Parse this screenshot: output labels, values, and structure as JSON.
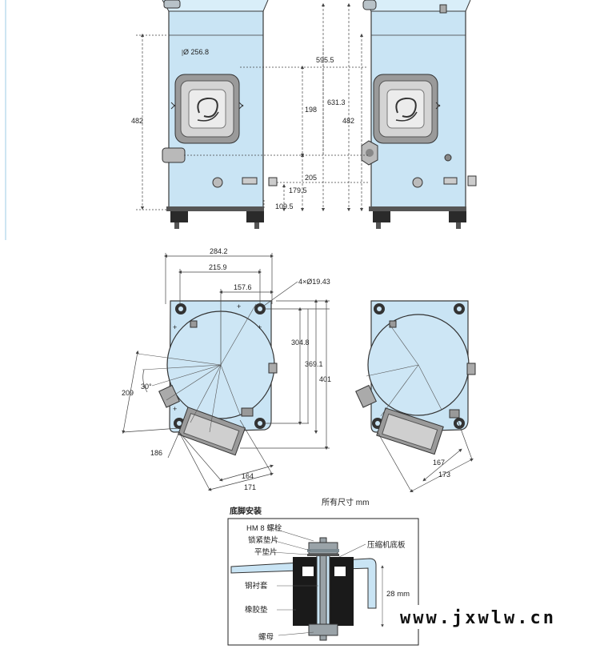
{
  "top_view": {
    "dim_diameter": "Ø 256.8",
    "dim_height_left": "482",
    "dim_595": "595.5",
    "dim_631": "631.3",
    "dim_198": "198",
    "dim_482_right": "482",
    "dim_205": "205",
    "dim_179": "179.5",
    "dim_109": "109.5"
  },
  "bottom_view": {
    "dim_284": "284.2",
    "dim_215": "215.9",
    "dim_157": "157.6",
    "holes": "4×Ø19.43",
    "dim_304": "304.8",
    "dim_369": "369.1",
    "dim_401": "401",
    "dim_209": "209",
    "angle": "30°",
    "dim_186": "186",
    "dim_164": "164",
    "dim_171": "171",
    "dim_167": "167",
    "dim_173": "173"
  },
  "units_note": "所有尺寸 mm",
  "mount": {
    "title": "底脚安装",
    "bolt": "HM 8 螺栓",
    "lock_washer": "锁紧垫片",
    "flat_washer": "平垫片",
    "base_plate": "压缩机底板",
    "steel_sleeve": "钢衬套",
    "rubber_pad": "橡胶垫",
    "thickness": "28 mm",
    "nut": "螺母"
  },
  "watermark": "www.jxwlw.cn",
  "colors": {
    "body_fill": "#c9e4f4",
    "outline": "#3a3a3a",
    "dim_line": "#444444",
    "rubber": "#1a1a1a"
  }
}
